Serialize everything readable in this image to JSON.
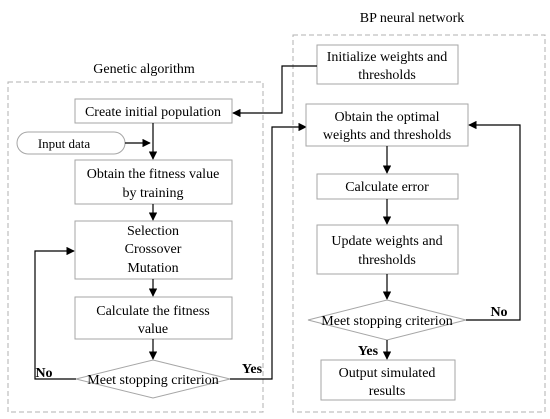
{
  "groups": {
    "ga": "Genetic algorithm",
    "bp": "BP neural network"
  },
  "ga_steps": {
    "create_population": "Create initial population",
    "input_data": "Input data",
    "fitness_train_1": "Obtain the fitness value",
    "fitness_train_2": "by training",
    "selection": "Selection",
    "crossover": "Crossover",
    "mutation": "Mutation",
    "calc_fitness_1": "Calculate the fitness",
    "calc_fitness_2": "value",
    "stop_criterion": "Meet stopping criterion"
  },
  "bp_steps": {
    "init_1": "Initialize weights and",
    "init_2": "thresholds",
    "optimal_1": "Obtain the optimal",
    "optimal_2": "weights and  thresholds",
    "calc_error": "Calculate error",
    "update_1": "Update weights and",
    "update_2": "thresholds",
    "stop_criterion": "Meet stopping criterion",
    "output_1": "Output simulated",
    "output_2": "results"
  },
  "edge_labels": {
    "ga_no": "No",
    "ga_yes": "Yes",
    "bp_no": "No",
    "bp_yes": "Yes"
  }
}
